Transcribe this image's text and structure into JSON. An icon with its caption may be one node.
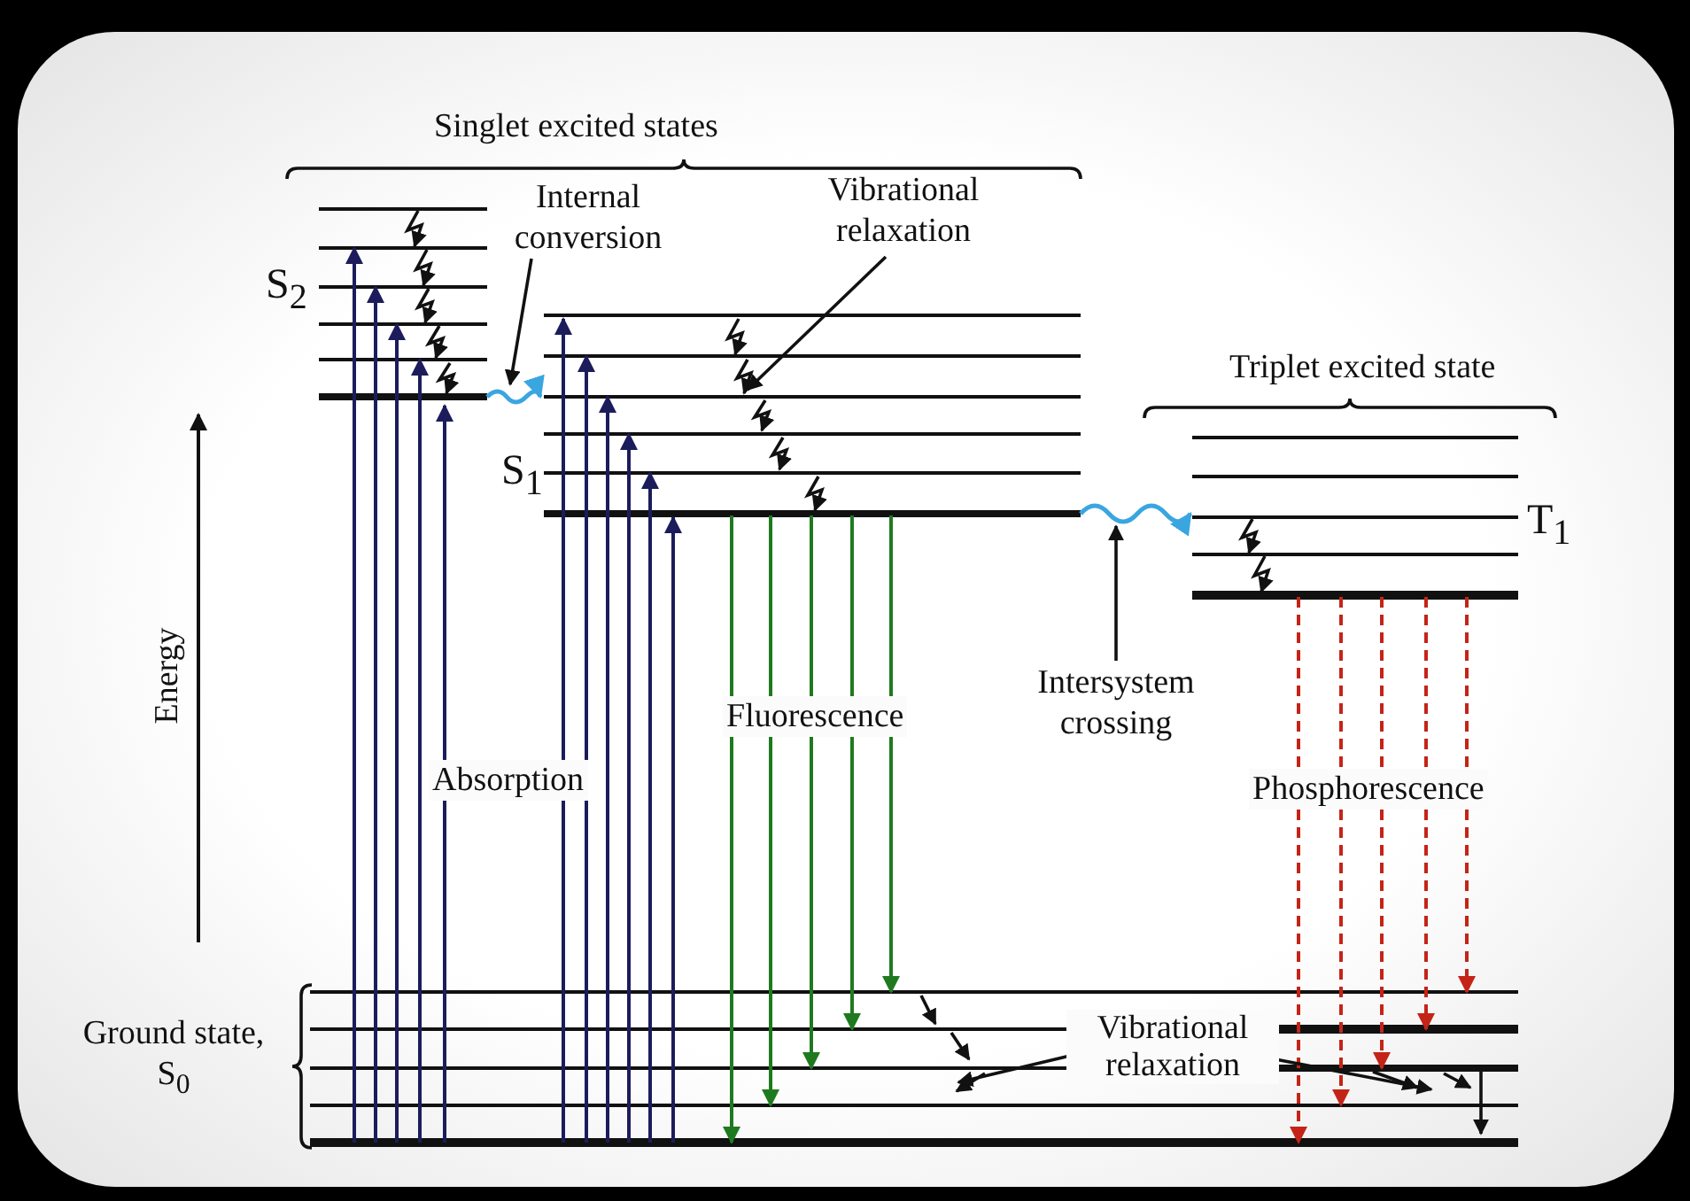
{
  "diagram": {
    "nodes": [
      {
        "text": [
          "Internal conversion"
        ]
      },
      {
        "text": [
          "Vibrational relaxation"
        ]
      },
      {
        "text": [
          "Intersystem crossing"
        ]
      },
      {
        "text": [
          "Vibrational relaxation"
        ]
      }
    ],
    "edges": [
      {
        "from": 0,
        "to": null,
        "arrow": "to"
      },
      {
        "from": 1,
        "to": null,
        "arrow": "to"
      },
      {
        "from": 2,
        "to": null,
        "arrow": "to"
      },
      {
        "from": 3,
        "to": null,
        "arrow": "to"
      },
      {
        "from": 3,
        "to": null,
        "arrow": "to"
      }
    ],
    "labels": [
      "Singlet excited states",
      "S$_{2}$",
      "S$_{1}$",
      "Triplet excited state",
      "T$_{1}$",
      "Energy",
      "Absorption",
      "Fluorescence",
      "Phosphorescence",
      "Ground state, S$_{0}$"
    ]
  }
}
